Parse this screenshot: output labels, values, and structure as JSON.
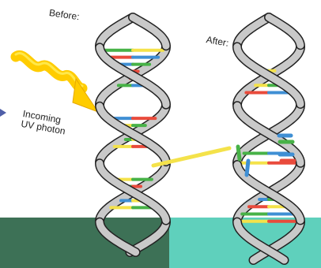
{
  "labels": {
    "before": "Before:",
    "after": "After:",
    "photon_line1": "Incoming",
    "photon_line2": "UV photon"
  },
  "colors": {
    "background_left": "#3d7156",
    "background_right": "#5fd0bc",
    "backbone": "#c9c9c9",
    "backbone_outline": "#222222",
    "photon": "#ffcc00",
    "photon_edge": "#ffe84a",
    "pointer": "#4f5fa8",
    "base_pairs": [
      "#e94b3c",
      "#f4e24a",
      "#3f8fd4",
      "#47b247"
    ]
  },
  "icons": {
    "photon": "wavy-arrow-icon",
    "pointer": "triangle-pointer-icon"
  },
  "panels": [
    {
      "name": "before",
      "state": "intact"
    },
    {
      "name": "after",
      "state": "damaged"
    }
  ]
}
